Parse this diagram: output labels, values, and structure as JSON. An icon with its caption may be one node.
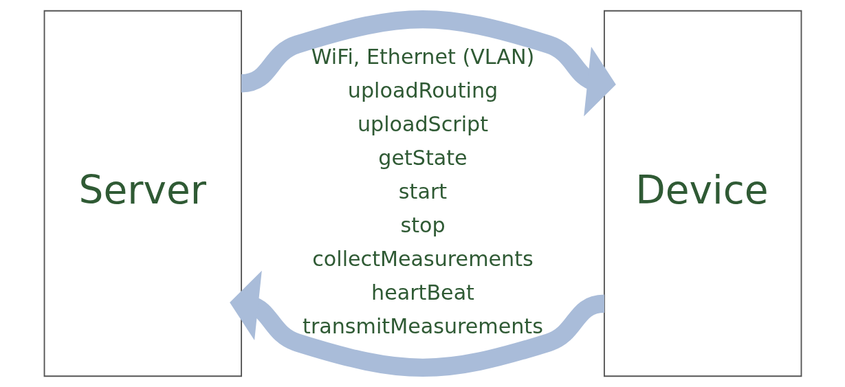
{
  "diagram": {
    "nodes": [
      {
        "text": [
          "Server"
        ]
      },
      {
        "text": [
          "Device"
        ]
      }
    ],
    "edges": [
      {
        "from": 0,
        "to": 1,
        "arrow": "to"
      },
      {
        "from": 1,
        "to": 0,
        "arrow": "to"
      }
    ],
    "labels": [
      "WiFi, Ethernet (VLAN)",
      "uploadRouting",
      "uploadScript",
      "getState",
      "start",
      "stop",
      "collectMeasurements",
      "heartBeat",
      "transmitMeasurements"
    ]
  }
}
